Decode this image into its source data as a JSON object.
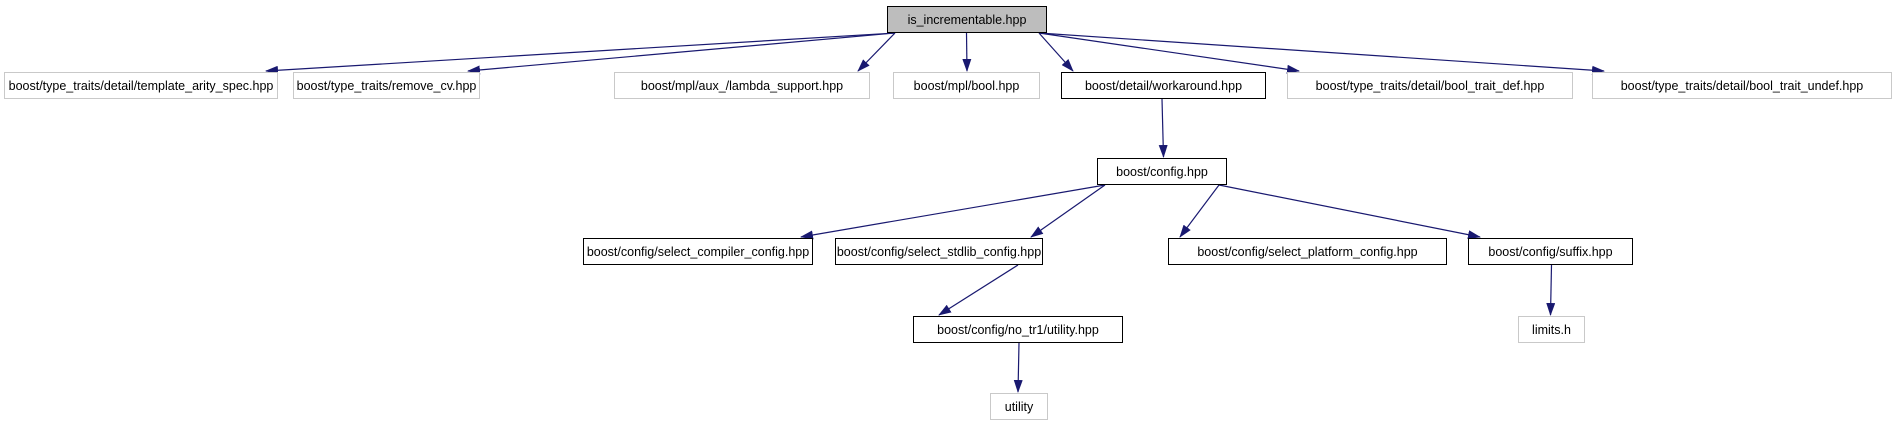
{
  "colors": {
    "edge": "#191970",
    "root_fill": "#bdbdbd",
    "linked_border": "#000000",
    "plain_border": "#c9c9c9",
    "node_fill": "#ffffff"
  },
  "nodes": [
    {
      "id": "is_incrementable",
      "label": "is_incrementable.hpp"
    },
    {
      "id": "template_arity_spec",
      "label": "boost/type_traits/detail/template_arity_spec.hpp"
    },
    {
      "id": "remove_cv",
      "label": "boost/type_traits/remove_cv.hpp"
    },
    {
      "id": "lambda_support",
      "label": "boost/mpl/aux_/lambda_support.hpp"
    },
    {
      "id": "mpl_bool",
      "label": "boost/mpl/bool.hpp"
    },
    {
      "id": "workaround",
      "label": "boost/detail/workaround.hpp"
    },
    {
      "id": "bool_trait_def",
      "label": "boost/type_traits/detail/bool_trait_def.hpp"
    },
    {
      "id": "bool_trait_undef",
      "label": "boost/type_traits/detail/bool_trait_undef.hpp"
    },
    {
      "id": "config",
      "label": "boost/config.hpp"
    },
    {
      "id": "select_compiler_config",
      "label": "boost/config/select_compiler_config.hpp"
    },
    {
      "id": "select_stdlib_config",
      "label": "boost/config/select_stdlib_config.hpp"
    },
    {
      "id": "select_platform_config",
      "label": "boost/config/select_platform_config.hpp"
    },
    {
      "id": "suffix",
      "label": "boost/config/suffix.hpp"
    },
    {
      "id": "no_tr1_utility",
      "label": "boost/config/no_tr1/utility.hpp"
    },
    {
      "id": "limits_h",
      "label": "limits.h"
    },
    {
      "id": "utility",
      "label": "utility"
    }
  ],
  "edges": [
    {
      "from": "is_incrementable",
      "to": "template_arity_spec"
    },
    {
      "from": "is_incrementable",
      "to": "remove_cv"
    },
    {
      "from": "is_incrementable",
      "to": "lambda_support"
    },
    {
      "from": "is_incrementable",
      "to": "mpl_bool"
    },
    {
      "from": "is_incrementable",
      "to": "workaround"
    },
    {
      "from": "is_incrementable",
      "to": "bool_trait_def"
    },
    {
      "from": "is_incrementable",
      "to": "bool_trait_undef"
    },
    {
      "from": "workaround",
      "to": "config"
    },
    {
      "from": "config",
      "to": "select_compiler_config"
    },
    {
      "from": "config",
      "to": "select_stdlib_config"
    },
    {
      "from": "config",
      "to": "select_platform_config"
    },
    {
      "from": "config",
      "to": "suffix"
    },
    {
      "from": "select_stdlib_config",
      "to": "no_tr1_utility"
    },
    {
      "from": "no_tr1_utility",
      "to": "utility"
    },
    {
      "from": "suffix",
      "to": "limits_h"
    }
  ]
}
